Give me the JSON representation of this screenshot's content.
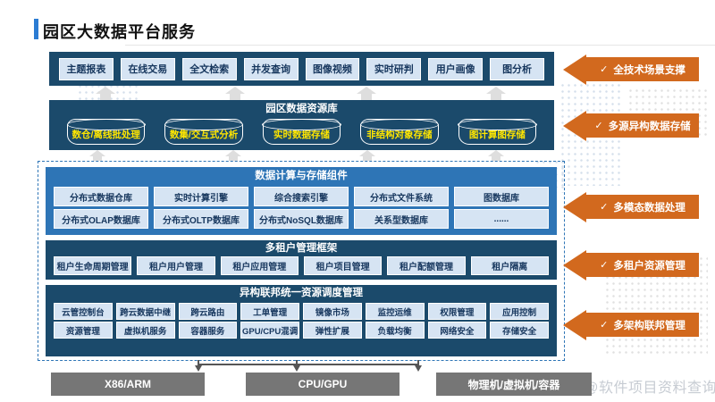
{
  "header": {
    "title": "园区大数据平台服务"
  },
  "scenario_layer": {
    "items": [
      "主题报表",
      "在线交易",
      "全文检索",
      "并发查询",
      "图像视频",
      "实时研判",
      "用户画像",
      "图分析"
    ]
  },
  "resource_layer": {
    "title": "园区数据资源库",
    "stores": [
      "数仓/离线批处理",
      "数集/交互式分析",
      "实时数据存储",
      "非结构对象存储",
      "图计算图存储"
    ]
  },
  "compute_layer": {
    "title": "数据计算与存储组件",
    "row1": [
      "分布式数据仓库",
      "实时计算引擎",
      "综合搜索引擎",
      "分布式文件系统",
      "图数据库"
    ],
    "row2": [
      "分布式OLAP数据库",
      "分布式OLTP数据库",
      "分布式NoSQL数据库",
      "关系型数据库",
      "......"
    ]
  },
  "tenant_layer": {
    "title": "多租户管理框架",
    "items": [
      "租户生命周期管理",
      "租户用户管理",
      "租户应用管理",
      "租户项目管理",
      "租户配额管理",
      "租户隔离"
    ]
  },
  "federation_layer": {
    "title": "异构联邦统一资源调度管理",
    "row1": [
      "云管控制台",
      "跨云数据中继",
      "跨云路由",
      "工单管理",
      "镜像市场",
      "监控运维",
      "权限管理",
      "应用控制"
    ],
    "row2": [
      "资源管理",
      "虚拟机服务",
      "容器服务",
      "GPU/CPU混调",
      "弹性扩展",
      "负载均衡",
      "网络安全",
      "存储安全"
    ]
  },
  "hardware_layer": {
    "items": [
      "X86/ARM",
      "CPU/GPU",
      "物理机/虚拟机/容器"
    ]
  },
  "side_labels": {
    "check": "✓",
    "items": [
      "全技术场景支撑",
      "多源异构数据存储",
      "多模态数据处理",
      "多租户资源管理",
      "多架构联邦管理"
    ]
  },
  "watermark": {
    "text": "CSDN @软件项目资料查询库"
  },
  "colors": {
    "navy": "#1b4a6b",
    "blue": "#2e75b6",
    "orange": "#d2691e",
    "box_fill": "#d6e4f3",
    "store_text_yellow": "#ffe600",
    "hardware_gray": "#767676",
    "accent_blue": "#2b7cd3"
  }
}
